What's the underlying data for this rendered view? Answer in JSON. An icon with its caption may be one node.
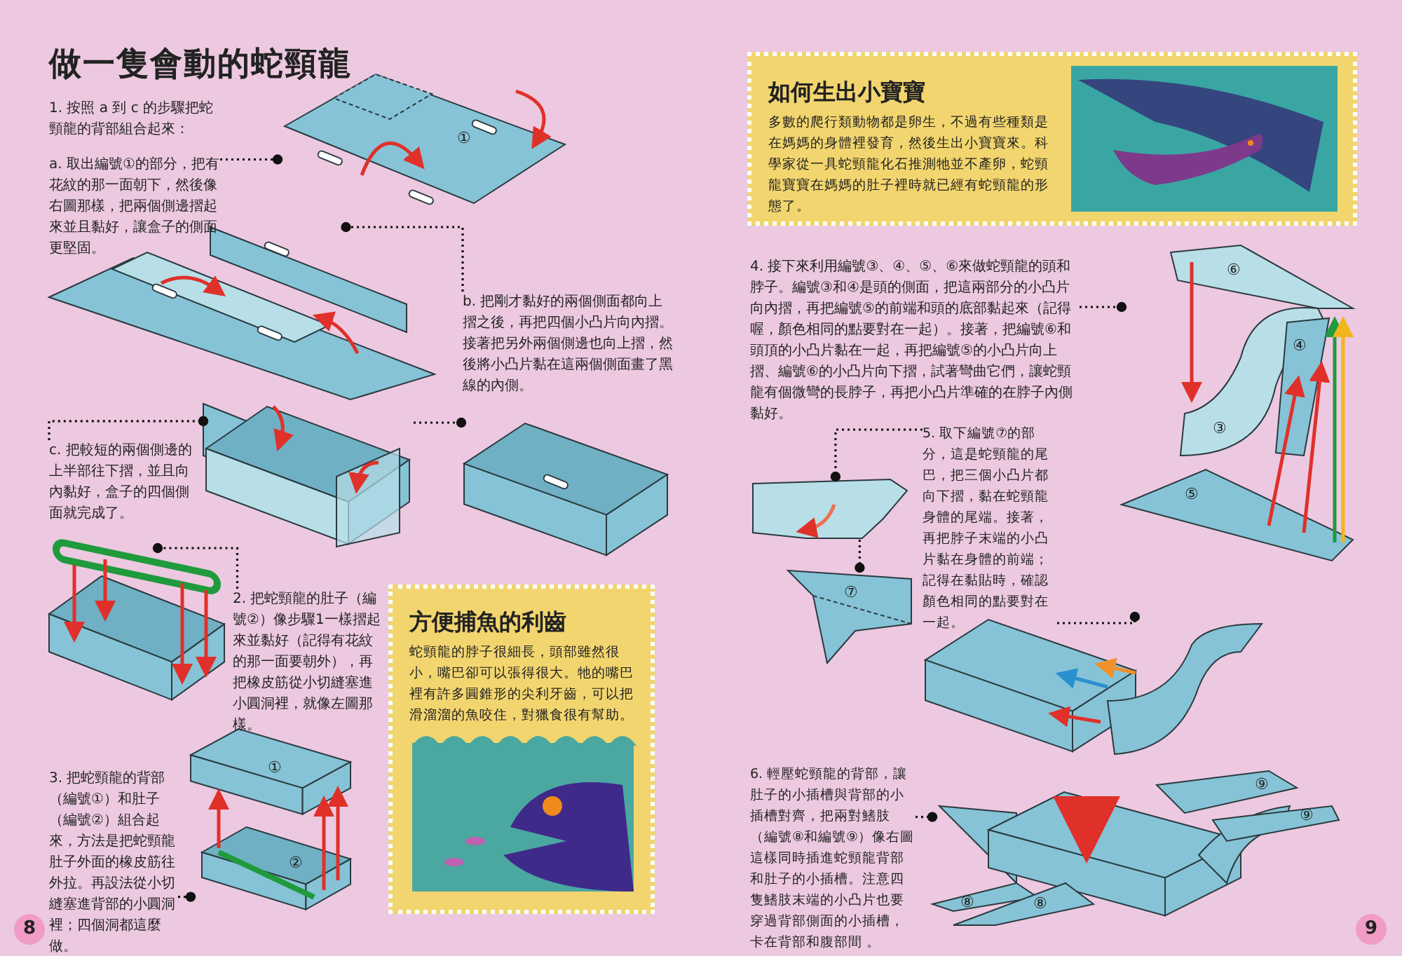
{
  "diagram": {
    "title": "做一隻會動的蛇頸龍",
    "nodes": [
      {
        "text": [
          "a. 取出編號①的部分，把有花紋的那一面朝下，然後像右圖那樣，把兩個側邊摺起來並且黏好，讓盒子的側面更堅固。"
        ]
      },
      {
        "text": [
          "①"
        ]
      },
      {
        "text": [],
        "shape": "picture"
      },
      {
        "text": [
          "b. 把剛才黏好的兩個側面都向上摺之後，再把四個小凸片向內摺。接著把另外兩個側邊也向上摺，然後將小凸片黏在這兩個側面畫了黑線的內側。"
        ]
      },
      {
        "text": [
          "c. 把較短的兩個側邊的上半部往下摺，並且向內黏好，盒子的四個側面就完成了。"
        ]
      },
      {
        "text": [],
        "shape": "picture"
      },
      {
        "text": [],
        "shape": "picture"
      },
      {
        "text": [],
        "shape": "picture"
      },
      {
        "text": [
          "2. 把蛇頸龍的肚子（編號②）像步驟1一樣摺起來並黏好（記得有花紋的那一面要朝外），再把橡皮筋從小切縫塞進小圓洞裡，就像左圖那樣。"
        ]
      },
      {
        "text": [
          "方便捕魚的利齒",
          "蛇頸龍的脖子很細長，頭部雖然很小，嘴巴卻可以張得很大。牠的嘴巴裡有許多圓錐形的尖利牙齒，可以把滑溜溜的魚咬住，對獵食很有幫助。"
        ]
      },
      {
        "text": [],
        "shape": "picture",
        "in": 9
      },
      {
        "text": [
          "3. 把蛇頸龍的背部（編號①）和肚子（編號②）組合起來，方法是把蛇頸龍肚子外面的橡皮筋往外拉。再設法從小切縫塞進背部的小圓洞裡；四個洞都這麼做。"
        ]
      },
      {
        "text": [
          "①",
          "②"
        ]
      },
      {
        "text": [
          "8"
        ]
      },
      {
        "text": [
          "如何生出小寶寶",
          "多數的爬行類動物都是卵生，不過有些種類是在媽媽的身體裡發育，然後生出小寶寶來。科學家從一具蛇頸龍化石推測牠並不產卵，蛇頸龍寶寶在媽媽的肚子裡時就已經有蛇頸龍的形態了。"
        ]
      },
      {
        "text": [],
        "shape": "picture",
        "in": 14
      },
      {
        "text": [
          "4. 接下來利用編號③、④、⑤、⑥來做蛇頸龍的頭和脖子。編號③和④是頭的側面，把這兩部分的小凸片向內摺，再把編號⑤的前端和頭的底部黏起來（記得喔，顏色相同的點要對在一起）。接著，把編號⑥和頭頂的小凸片黏在一起，再把編號⑤的小凸片向上摺、編號⑥的小凸片向下摺，試著彎曲它們，讓蛇頸龍有個微彎的長脖子，再把小凸片準確的在脖子內側黏好。"
        ]
      },
      {
        "text": [
          "⑥",
          "④",
          "③",
          "⑤"
        ]
      },
      {
        "text": [
          "5. 取下編號⑦的部分，這是蛇頸龍的尾巴，把三個小凸片都向下摺，黏在蛇頸龍身體的尾端。接著，再把脖子末端的小凸片黏在身體的前端；記得在黏貼時，確認顏色相同的點要對在一起。"
        ]
      },
      {
        "text": [],
        "shape": "picture"
      },
      {
        "text": [
          "⑦"
        ]
      },
      {
        "text": [],
        "shape": "picture"
      },
      {
        "text": [
          "6. 輕壓蛇頸龍的背部，讓肚子的小插槽與背部的小插槽對齊，把兩對鰭肢（編號⑧和編號⑨）像右圖這樣同時插進蛇頸龍背部和肚子的小插槽。注意四隻鰭肢末端的小凸片也要穿過背部側面的小插槽，卡在背部和腹部間 。"
        ]
      },
      {
        "text": [
          "⑨",
          "⑨",
          "⑧",
          "⑧"
        ]
      },
      {
        "text": [
          "9"
        ]
      }
    ],
    "edges": [
      {
        "from": 0,
        "to": 1,
        "arrow": "other"
      },
      {
        "from": 3,
        "to": 2,
        "arrow": "other"
      },
      {
        "from": 4,
        "to": 5,
        "arrow": "other"
      },
      {
        "from": 5,
        "to": 6,
        "arrow": "other"
      },
      {
        "from": 8,
        "to": 7,
        "arrow": "other"
      },
      {
        "from": 11,
        "to": 12,
        "arrow": "other"
      },
      {
        "from": 16,
        "to": 17,
        "arrow": "other"
      },
      {
        "from": 18,
        "to": 19,
        "arrow": "other"
      },
      {
        "from": 19,
        "to": 20,
        "arrow": "other"
      },
      {
        "from": 18,
        "to": 21,
        "arrow": "other"
      },
      {
        "from": 22,
        "to": 23,
        "arrow": "other"
      }
    ],
    "labels": [
      "1. 按照 a 到 c 的步驟把蛇頸龍的背部組合起來："
    ]
  }
}
